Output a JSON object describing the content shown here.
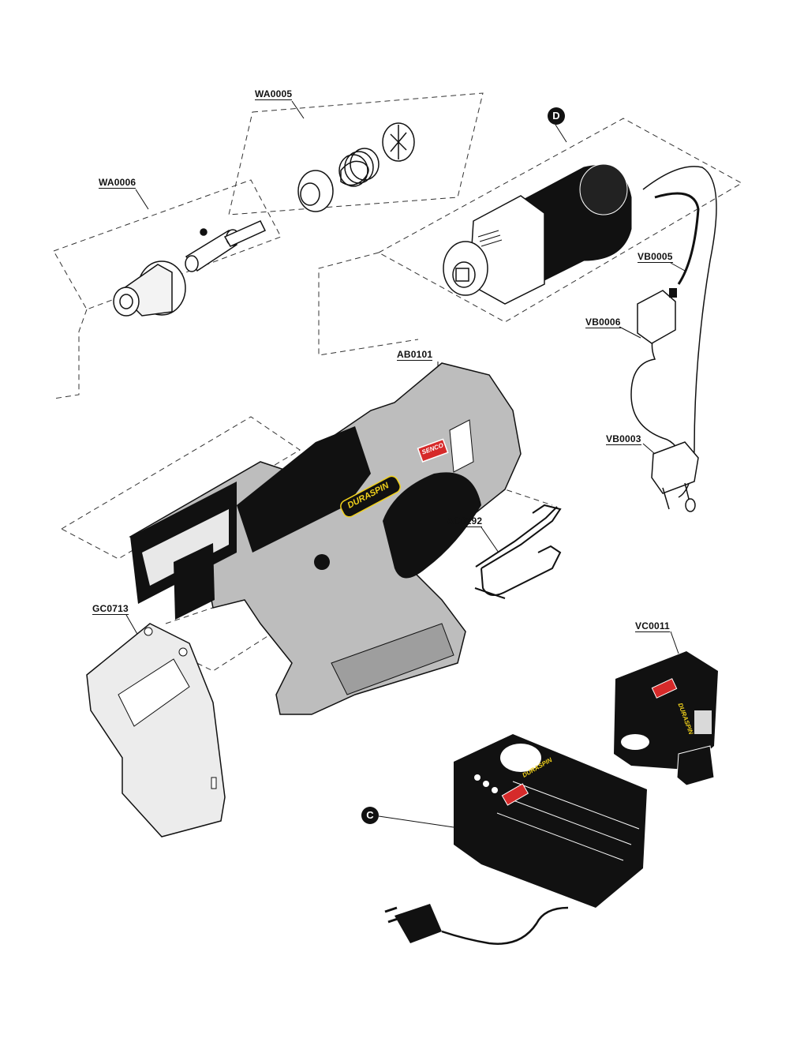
{
  "labels": {
    "wa0005": "WA0005",
    "wa0006": "WA0006",
    "ab0101": "AB0101",
    "vb0005": "VB0005",
    "vb0006": "VB0006",
    "vb0003": "VB0003",
    "ac0192": "AC0192",
    "gc0713": "GC0713",
    "vc0011": "VC0011"
  },
  "callouts": {
    "d": "D",
    "c": "C"
  },
  "branding": {
    "tool_logo": "DURASPIN",
    "maker_logo": "SENCO",
    "battery_logo": "DURASPIN",
    "charger_logo": "DURASPIN"
  },
  "colors": {
    "housing": "#bdbdbd",
    "housing_dark": "#111111",
    "guide": "#e0e0e0",
    "logo_yellow": "#f2d21b",
    "logo_red": "#d62a2a"
  }
}
